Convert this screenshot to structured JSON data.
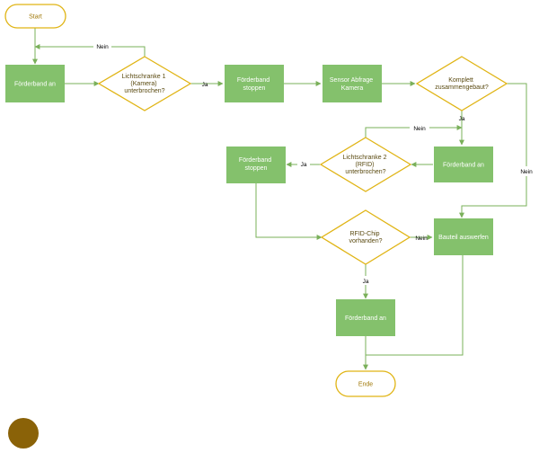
{
  "colors": {
    "process_fill": "#84c16c",
    "process_text": "#ffffff",
    "terminal_stroke": "#e0b414",
    "terminal_text": "#a07808",
    "decision_stroke": "#e0b414",
    "decision_text": "#5a4a10",
    "connector": "#7ab05a",
    "edge_label": "#7ab05a",
    "marker_fill": "#8a6208"
  },
  "nodes": {
    "start": "Start",
    "belt_on_1": "Förderband an",
    "sensor1": {
      "line1": "Lichtschranke 1",
      "line2": "(Kamera)",
      "line3": "unterbrochen?"
    },
    "stop_1": {
      "line1": "Förderband",
      "line2": "stoppen"
    },
    "camera": {
      "line1": "Sensor Abfrage",
      "line2": "Kamera"
    },
    "complete": {
      "line1": "Komplett",
      "line2": "zusammengebaut?"
    },
    "belt_on_2": "Förderband an",
    "sensor2": {
      "line1": "Lichtschranke 2",
      "line2": "(RFID)",
      "line3": "unterbrochen?"
    },
    "stop_2": {
      "line1": "Förderband",
      "line2": "stoppen"
    },
    "rfid": {
      "line1": "RFID-Chip",
      "line2": "vorhanden?"
    },
    "eject": "Bauteil auswerfen",
    "belt_on_3": "Förderband an",
    "end": "Ende"
  },
  "edges": {
    "sensor1_no": "Nein",
    "sensor1_yes": "Ja",
    "complete_yes": "Ja",
    "complete_no": "Nein",
    "sensor2_no": "Nein",
    "sensor2_yes": "Ja",
    "rfid_no": "Nein",
    "rfid_yes": "Ja"
  }
}
